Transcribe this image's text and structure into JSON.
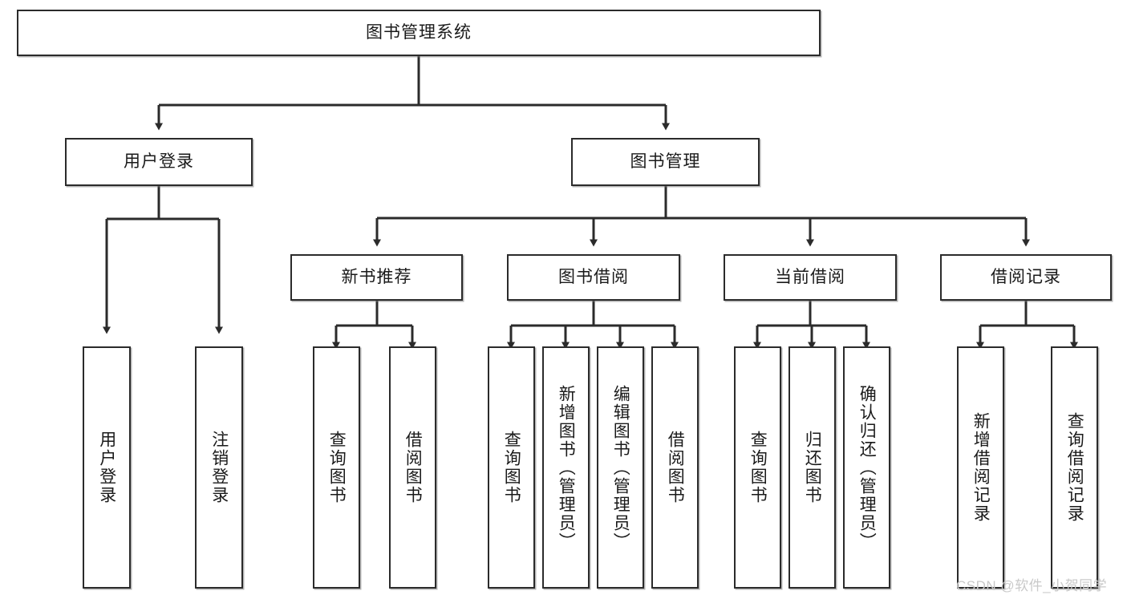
{
  "diagram": {
    "type": "tree-hierarchy-diagram",
    "title": "图书管理系统",
    "orientation": "top-down",
    "colors": {
      "box_border": "#2b2b2b",
      "box_fill": "#ffffff",
      "connector": "#2b2b2b",
      "text": "#1a1a1a",
      "watermark": "#c9c9c9",
      "background": "#ffffff"
    },
    "levels": {
      "root": "图书管理系统",
      "level2": [
        "用户登录",
        "图书管理"
      ],
      "level3": [
        "新书推荐",
        "图书借阅",
        "当前借阅",
        "借阅记录"
      ],
      "leaves": [
        "用户登录",
        "注销登录",
        "查询图书",
        "借阅图书",
        "查询图书",
        "新增图书（管理员）",
        "编辑图书（管理员）",
        "借阅图书",
        "查询图书",
        "归还图书",
        "确认归还（管理员）",
        "新增借阅记录",
        "查询借阅记录"
      ]
    }
  },
  "nodes": {
    "root": {
      "label": "图书管理系统"
    },
    "user_login": {
      "label": "用户登录"
    },
    "book_manage": {
      "label": "图书管理"
    },
    "new_book_rec": {
      "label": "新书推荐"
    },
    "book_borrow": {
      "label": "图书借阅"
    },
    "current_borrow": {
      "label": "当前借阅"
    },
    "borrow_record": {
      "label": "借阅记录"
    },
    "leaf_user_login": {
      "label": "用户登录"
    },
    "leaf_user_logout": {
      "label": "注销登录"
    },
    "leaf_rec_query": {
      "label": "查询图书"
    },
    "leaf_rec_borrow": {
      "label": "借阅图书"
    },
    "leaf_borrow_query": {
      "label": "查询图书"
    },
    "leaf_borrow_add": {
      "label": "新增图书（管理员）"
    },
    "leaf_borrow_edit": {
      "label": "编辑图书（管理员）"
    },
    "leaf_borrow_do": {
      "label": "借阅图书"
    },
    "leaf_cur_query": {
      "label": "查询图书"
    },
    "leaf_cur_return": {
      "label": "归还图书"
    },
    "leaf_cur_confirm": {
      "label": "确认归还（管理员）"
    },
    "leaf_rec_add": {
      "label": "新增借阅记录"
    },
    "leaf_rec_search": {
      "label": "查询借阅记录"
    }
  },
  "watermark": {
    "text": "CSDN @软件_小贺同学"
  }
}
